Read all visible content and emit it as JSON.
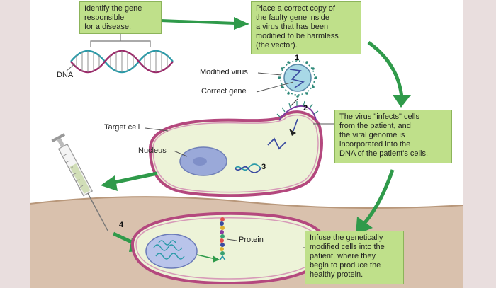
{
  "colors": {
    "background_side": "#e9dede",
    "text_box": "#bfe08a",
    "arrow_green": "#2f9a4a",
    "cell_fill": "#edf3d8",
    "cell_membrane": "#b4487e",
    "nucleus": "#9aa9d9",
    "skin": "#c8a68a"
  },
  "boxes": {
    "identify": "Identify the gene\nresponsible\nfor a disease.",
    "place": "Place a correct copy of\nthe faulty gene inside\na virus that has been\nmodified to be harmless\n(the vector).",
    "infects": "The virus \"infects\" cells\nfrom the patient, and\nthe viral genome is\nincorporated into the\nDNA of the patient's cells.",
    "infuse": "Infuse the genetically\nmodified cells into the\npatient, where they\nbegin to produce the\nhealthy protein."
  },
  "labels": {
    "dna": "DNA",
    "modified_virus": "Modified virus",
    "correct_gene": "Correct gene",
    "target_cell": "Target cell",
    "nucleus": "Nucleus",
    "protein": "Protein"
  },
  "steps": [
    "1",
    "2",
    "3",
    "4"
  ],
  "icons": {
    "dna_helix": "dna-helix-icon",
    "virus": "virus-icon",
    "syringe": "syringe-icon"
  }
}
